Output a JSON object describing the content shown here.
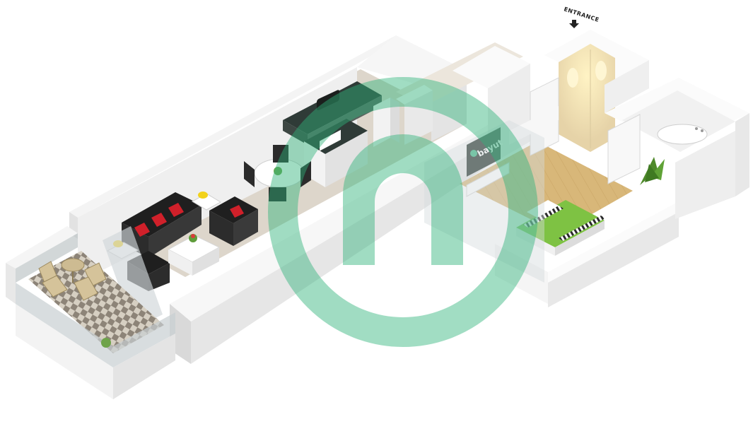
{
  "entrance": {
    "label": "ENTRANCE",
    "arrow_icon": "arrow-down-icon"
  },
  "tv": {
    "brand_text": "bayut",
    "logo_icon": "bayut-logo-icon"
  },
  "watermark": {
    "icon": "bayut-watermark-icon",
    "color": "#2fb37a"
  },
  "colors": {
    "wall_top": "#fbfbfb",
    "wall_face": "#e8e8e8",
    "floor_tile": "#ddd6cb",
    "wood_floor": "#d9b97c",
    "kitchen_counter": "#2f3b37",
    "bed_green": "#7ec243",
    "sofa": "#2c2c2c",
    "cushion": "#d0202a"
  },
  "rooms": [
    "living-room",
    "kitchen",
    "bedroom",
    "bathroom",
    "wardrobe",
    "balcony",
    "entry-corridor"
  ]
}
